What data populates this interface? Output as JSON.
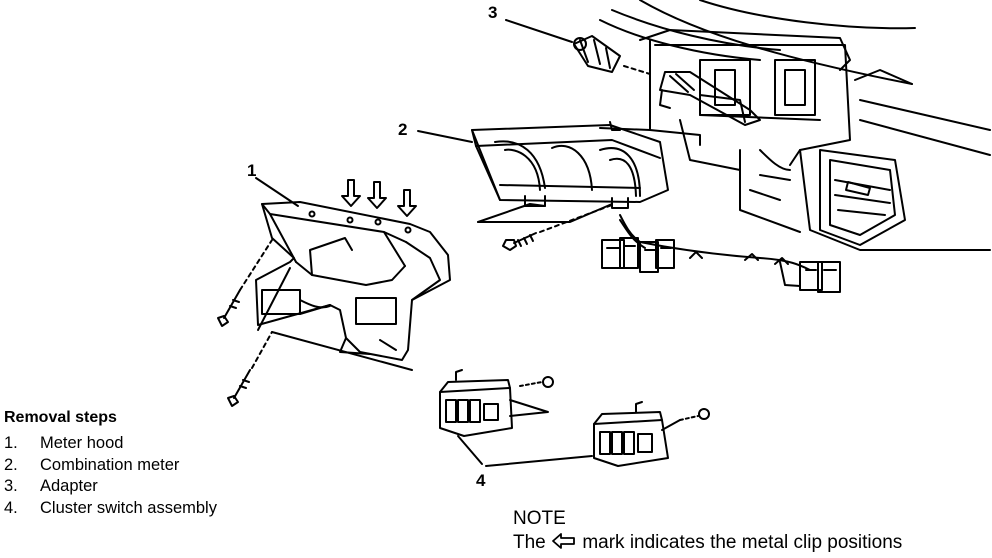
{
  "callouts": {
    "c1": "1",
    "c2": "2",
    "c3": "3",
    "c4": "4"
  },
  "removal": {
    "title": "Removal steps",
    "steps": [
      {
        "num": "1.",
        "label": "Meter hood"
      },
      {
        "num": "2.",
        "label": "Combination meter"
      },
      {
        "num": "3.",
        "label": "Adapter"
      },
      {
        "num": "4.",
        "label": "Cluster switch assembly"
      }
    ]
  },
  "note": {
    "title": "NOTE",
    "text_before": "The",
    "arrow_icon": "outline-left-arrow-icon",
    "text_after": "mark indicates the metal clip positions"
  }
}
